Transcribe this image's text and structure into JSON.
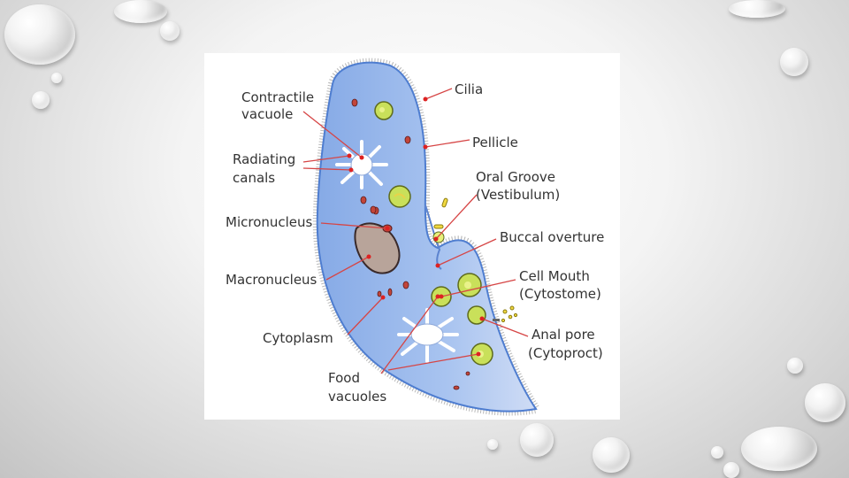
{
  "diagram": {
    "labels": {
      "contractile_vacuole": [
        "Contractile",
        "vacuole"
      ],
      "radiating_canals": [
        "Radiating",
        "canals"
      ],
      "micronucleus": "Micronucleus",
      "macronucleus": "Macronucleus",
      "cytoplasm": "Cytoplasm",
      "food_vacuoles": [
        "Food",
        "vacuoles"
      ],
      "cilia": "Cilia",
      "pellicle": "Pellicle",
      "oral_groove": [
        "Oral Groove",
        "(Vestibulum)"
      ],
      "buccal_overture": "Buccal overture",
      "cell_mouth": [
        "Cell Mouth",
        "(Cytostome)"
      ],
      "anal_pore": [
        "Anal pore",
        "(Cytoproct)"
      ]
    },
    "colors": {
      "body_fill": "#8fb3ea",
      "body_stroke": "#4e7dd0",
      "leader": "#d64545",
      "vacuole_green": "#c9e05a",
      "macronucleus": "#b8a49a"
    }
  }
}
